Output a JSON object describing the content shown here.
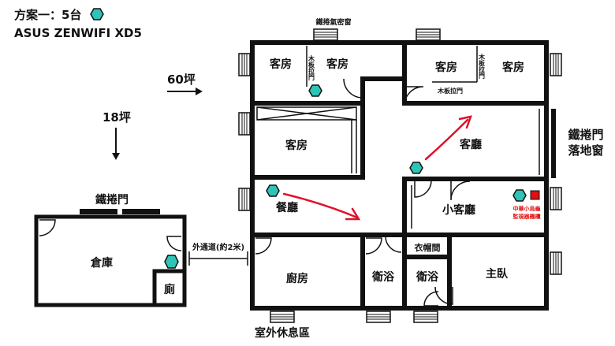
{
  "header": {
    "plan_label": "方案一：5台",
    "product": "ASUS ZENWIFI XD5"
  },
  "annotations": {
    "area_60": "60坪",
    "area_18": "18坪",
    "iron_window_top": "鐵捲氣密窗",
    "iron_door_right_1": "鐵捲門",
    "iron_door_right_2": "落地窗",
    "iron_door_storage": "鐵捲門",
    "walkway": "外通道(約2米)",
    "outdoor": "室外休息區",
    "wood_door_1": "木板拉門",
    "wood_door_2": "木板拉門",
    "wood_door_3": "木板拉門",
    "equipment_1": "中華小烏龜",
    "equipment_2": "監視器機櫃"
  },
  "rooms": {
    "guest_1": "客房",
    "guest_2": "客房",
    "guest_3": "客房",
    "guest_4": "客房",
    "guest_5": "客房",
    "living": "客廳",
    "dining": "餐廳",
    "small_living": "小客廳",
    "closet": "衣帽間",
    "kitchen": "廚房",
    "bath_1": "衛浴",
    "bath_2": "衛浴",
    "master": "主臥",
    "storage": "倉庫",
    "toilet": "廁"
  },
  "colors": {
    "wall": "#111111",
    "node": "#2ec4b6",
    "arrow": "#e0112b",
    "equipment": "#e01010"
  }
}
